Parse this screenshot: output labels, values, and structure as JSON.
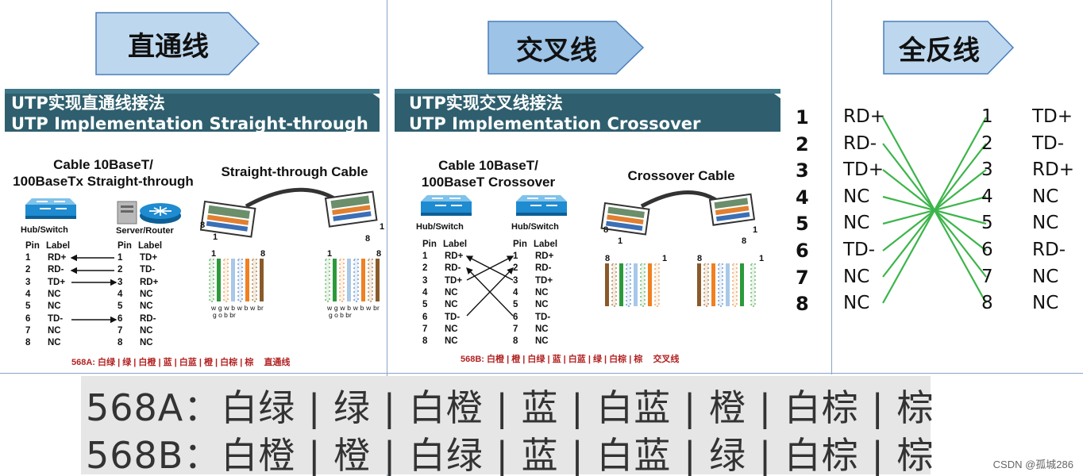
{
  "sections": {
    "straight": "直通线",
    "cross": "交叉线",
    "rollover": "全反线"
  },
  "banners": {
    "straight": {
      "line1": "UTP实现直通线接法",
      "line2": "UTP Implementation Straight-through"
    },
    "cross": {
      "line1": "UTP实现交叉线接法",
      "line2": "UTP Implementation Crossover"
    }
  },
  "straight_panel": {
    "caption_line1": "Cable 10BaseT/",
    "caption_line2": "100BaseTx Straight-through",
    "cable_title": "Straight-through Cable",
    "device_left": "Hub/Switch",
    "device_right": "Server/Router",
    "connector_left_pin": "8",
    "connector_left_pin2": "1",
    "connector_right_pin": "1",
    "connector_right_pin2": "8",
    "plug_left": {
      "first": "1",
      "last": "8",
      "wire_letters_top": "w g w b w b w br",
      "wire_letters_bottom": "g   o   b  br",
      "labels": [
        "w",
        "g",
        "w",
        "b",
        "w",
        "b",
        "w",
        "br",
        "g",
        "o",
        "b",
        "br"
      ]
    },
    "plug_right": {
      "first": "1",
      "last": "8",
      "wire_letters_top": "w g w b w b w br",
      "wire_letters_bottom": "g   o   b  br"
    },
    "header_pin": "Pin",
    "header_label": "Label",
    "left_pins": [
      {
        "pin": "1",
        "label": "RD+"
      },
      {
        "pin": "2",
        "label": "RD-"
      },
      {
        "pin": "3",
        "label": "TD+"
      },
      {
        "pin": "4",
        "label": "NC"
      },
      {
        "pin": "5",
        "label": "NC"
      },
      {
        "pin": "6",
        "label": "TD-"
      },
      {
        "pin": "7",
        "label": "NC"
      },
      {
        "pin": "8",
        "label": "NC"
      }
    ],
    "right_pins": [
      {
        "pin": "1",
        "label": "TD+"
      },
      {
        "pin": "2",
        "label": "TD-"
      },
      {
        "pin": "3",
        "label": "RD+"
      },
      {
        "pin": "4",
        "label": "NC"
      },
      {
        "pin": "5",
        "label": "NC"
      },
      {
        "pin": "6",
        "label": "RD-"
      },
      {
        "pin": "7",
        "label": "NC"
      },
      {
        "pin": "8",
        "label": "NC"
      }
    ],
    "footer_code": "568A:",
    "footer_text": "白绿 | 绿 | 白橙 | 蓝 | 白蓝 | 橙 | 白棕 | 棕",
    "footer_type": "直通线"
  },
  "cross_panel": {
    "caption_line1": "Cable 10BaseT/",
    "caption_line2": "100BaseT Crossover",
    "cable_title": "Crossover Cable",
    "device_left": "Hub/Switch",
    "device_right": "Hub/Switch",
    "connector_left_pin": "8",
    "connector_left_pin2": "1",
    "connector_right_pin": "1",
    "connector_right_pin2": "8",
    "plug_left": {
      "first": "8",
      "last": "1"
    },
    "plug_right": {
      "first": "8",
      "last": "1"
    },
    "header_pin": "Pin",
    "header_label": "Label",
    "left_pins": [
      {
        "pin": "1",
        "label": "RD+"
      },
      {
        "pin": "2",
        "label": "RD-"
      },
      {
        "pin": "3",
        "label": "TD+"
      },
      {
        "pin": "4",
        "label": "NC"
      },
      {
        "pin": "5",
        "label": "NC"
      },
      {
        "pin": "6",
        "label": "TD-"
      },
      {
        "pin": "7",
        "label": "NC"
      },
      {
        "pin": "8",
        "label": "NC"
      }
    ],
    "right_pins": [
      {
        "pin": "1",
        "label": "RD+"
      },
      {
        "pin": "2",
        "label": "RD-"
      },
      {
        "pin": "3",
        "label": "TD+"
      },
      {
        "pin": "4",
        "label": "NC"
      },
      {
        "pin": "5",
        "label": "NC"
      },
      {
        "pin": "6",
        "label": "TD-"
      },
      {
        "pin": "7",
        "label": "NC"
      },
      {
        "pin": "8",
        "label": "NC"
      }
    ],
    "footer_code": "568B:",
    "footer_text": "白橙 | 橙 | 白绿 | 蓝 | 白蓝 | 绿 | 白棕 | 棕",
    "footer_type": "交叉线"
  },
  "rollover_panel": {
    "numbers_left": [
      "1",
      "2",
      "3",
      "4",
      "5",
      "6",
      "7",
      "8"
    ],
    "left_labels": [
      "RD+",
      "RD-",
      "TD+",
      "NC",
      "NC",
      "TD-",
      "NC",
      "NC"
    ],
    "numbers_right": [
      "1",
      "2",
      "3",
      "4",
      "5",
      "6",
      "7",
      "8"
    ],
    "right_labels": [
      "TD+",
      "TD-",
      "RD+",
      "NC",
      "NC",
      "RD-",
      "NC",
      "NC"
    ]
  },
  "bottom": {
    "line_a": "568A：白绿 | 绿 | 白橙 | 蓝 | 白蓝 | 橙 | 白棕 | 棕",
    "line_b": "568B：白橙 | 橙 | 白绿 | 蓝 | 白蓝 | 绿 | 白棕 | 棕"
  },
  "watermark": "CSDN @孤城286",
  "colors": {
    "arrow_fill": "#bdd7ee",
    "arrow_fill_dark": "#9dc3e6",
    "arrow_stroke": "#4a7ebb",
    "banner": "#2f5f6e",
    "rollover_lines": "#3cb54a",
    "grid_line": "#8aa4c8"
  }
}
